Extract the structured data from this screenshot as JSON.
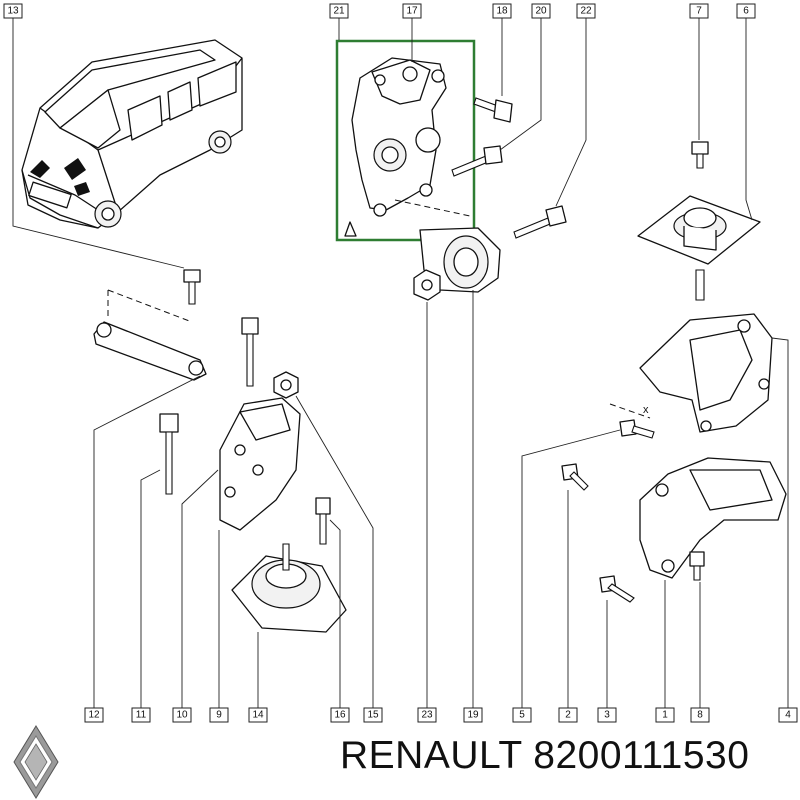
{
  "brand": {
    "name": "RENAULT",
    "part_number": "8200111530"
  },
  "callouts": {
    "top": [
      "13",
      "21",
      "17",
      "18",
      "20",
      "22",
      "7",
      "6"
    ],
    "bottom": [
      "12",
      "11",
      "10",
      "9",
      "14",
      "16",
      "15",
      "23",
      "19",
      "5",
      "2",
      "3",
      "1",
      "8",
      "4"
    ]
  },
  "dimension_label": "x",
  "colors": {
    "highlight": "#2e7d32",
    "ink": "#111111"
  }
}
